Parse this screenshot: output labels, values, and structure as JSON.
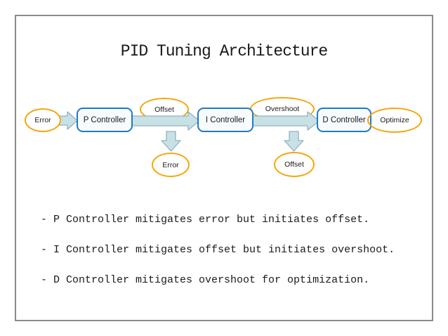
{
  "slide": {
    "title": "PID Tuning Architecture",
    "bullets": [
      "- P Controller mitigates error but initiates offset.",
      "- I Controller mitigates offset but initiates overshoot.",
      "- D Controller mitigates overshoot for optimization."
    ]
  },
  "diagram": {
    "nodes": {
      "input": "Error",
      "p_controller": "P Controller",
      "p_output": "Offset",
      "i_controller": "I Controller",
      "i_output": "Overshoot",
      "d_controller": "D Controller",
      "d_output": "Optimize",
      "p_side_effect": "Error",
      "i_side_effect": "Offset"
    },
    "colors": {
      "ellipse_stroke": "#F5A60A",
      "box_stroke": "#2479C2",
      "box_fill": "#F7FBFE",
      "arrow_fill": "#C8E1E5",
      "arrow_stroke": "#8FB3C3",
      "frame_border": "#8A8A8A",
      "text": "#1A1A1A"
    }
  }
}
